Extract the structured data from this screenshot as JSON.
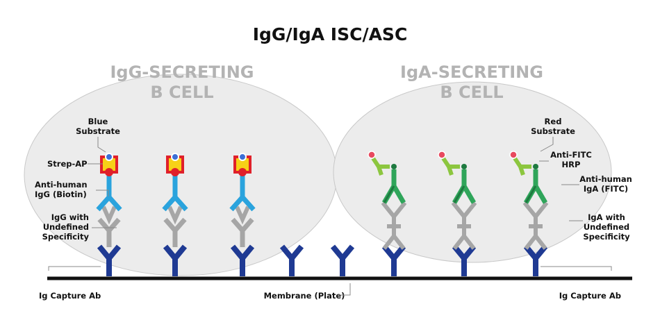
{
  "title": "IgG/IgA ISC/ASC",
  "cells": {
    "igg": {
      "line1": "IgG-SECRETING",
      "line2": "B CELL"
    },
    "iga": {
      "line1": "IgA-SECRETING",
      "line2": "B CELL"
    }
  },
  "labels": {
    "blue_substrate": [
      "Blue",
      "Substrate"
    ],
    "strep_ap": "Strep-AP",
    "anti_human_igg": [
      "Anti-human",
      "IgG (Biotin)"
    ],
    "igg_undefined": [
      "IgG with",
      "Undefined",
      "Specificity"
    ],
    "red_substrate": [
      "Red",
      "Substrate"
    ],
    "anti_fitc_hrp": [
      "Anti-FITC",
      "HRP"
    ],
    "anti_human_iga": [
      "Anti-human",
      "IgA (FITC)"
    ],
    "iga_undefined": [
      "IgA with",
      "Undefined",
      "Specificity"
    ],
    "capture_left": "Ig Capture Ab",
    "capture_right": "Ig Capture Ab",
    "membrane": "Membrane (Plate)"
  },
  "colors": {
    "cell_fill": "#ececec",
    "cell_stroke": "#c8c8c8",
    "capture_ab": "#1f3a93",
    "undefined_ab": "#a6a6a6",
    "detect_igg": "#2aa3dd",
    "detect_iga": "#2fa55a",
    "anti_fitc": "#8cc63f",
    "strep_red": "#e0202a",
    "strep_yellow": "#f7d117",
    "blue_dot": "#3b6fd6",
    "red_dot": "#e84a5f",
    "membrane": "#111111"
  }
}
